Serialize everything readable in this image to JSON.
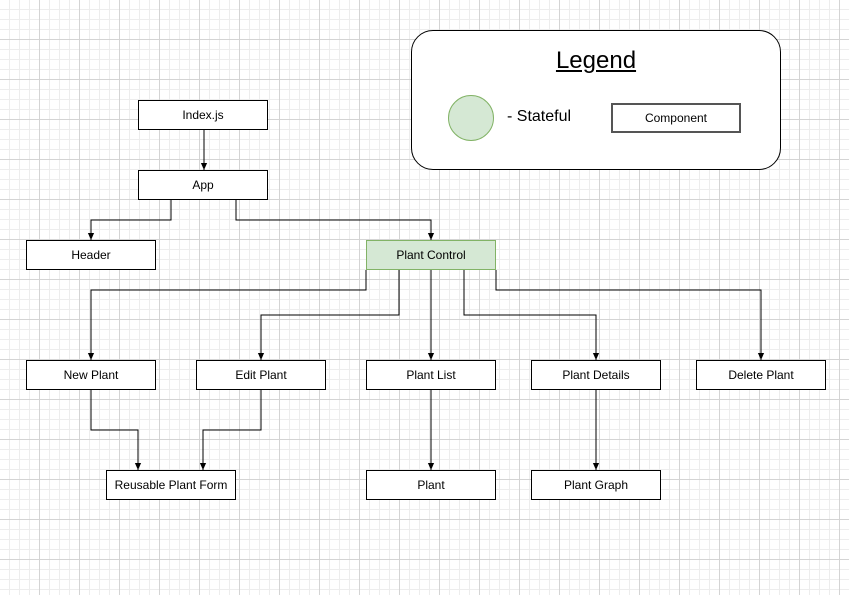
{
  "diagram": {
    "nodes": [
      {
        "id": "index",
        "label": "Index.js"
      },
      {
        "id": "app",
        "label": "App"
      },
      {
        "id": "header",
        "label": "Header"
      },
      {
        "id": "plant-control",
        "label": "Plant Control",
        "stateful": true
      },
      {
        "id": "new-plant",
        "label": "New Plant"
      },
      {
        "id": "edit-plant",
        "label": "Edit Plant"
      },
      {
        "id": "plant-list",
        "label": "Plant List"
      },
      {
        "id": "plant-details",
        "label": "Plant Details"
      },
      {
        "id": "delete-plant",
        "label": "Delete Plant"
      },
      {
        "id": "reusable-plant-form",
        "label": "Reusable Plant Form"
      },
      {
        "id": "plant",
        "label": "Plant"
      },
      {
        "id": "plant-graph",
        "label": "Plant Graph"
      }
    ],
    "edges": [
      {
        "from": "index",
        "to": "app"
      },
      {
        "from": "app",
        "to": "header"
      },
      {
        "from": "app",
        "to": "plant-control"
      },
      {
        "from": "plant-control",
        "to": "new-plant"
      },
      {
        "from": "plant-control",
        "to": "edit-plant"
      },
      {
        "from": "plant-control",
        "to": "plant-list"
      },
      {
        "from": "plant-control",
        "to": "plant-details"
      },
      {
        "from": "plant-control",
        "to": "delete-plant"
      },
      {
        "from": "new-plant",
        "to": "reusable-plant-form"
      },
      {
        "from": "edit-plant",
        "to": "reusable-plant-form"
      },
      {
        "from": "plant-list",
        "to": "plant"
      },
      {
        "from": "plant-details",
        "to": "plant-graph"
      }
    ]
  },
  "legend": {
    "title": "Legend",
    "stateful_label": "- Stateful",
    "component_label": "Component"
  },
  "colors": {
    "stateful_fill": "#d5e8d4",
    "stateful_stroke": "#82b366"
  }
}
